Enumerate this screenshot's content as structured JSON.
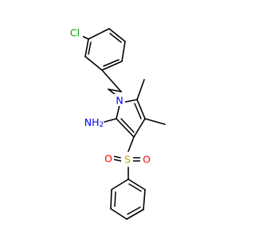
{
  "molecule": {
    "atoms": {
      "chlorine": {
        "label": "Cl",
        "color": "#00a000"
      },
      "nitrogen": {
        "label": "N",
        "color": "#0000ff"
      },
      "amine": {
        "label": "NH",
        "subscript": "2",
        "color": "#0000ff"
      },
      "sulfur": {
        "label": "S",
        "color": "#c8a000"
      },
      "oxygen_left": {
        "label": "O",
        "color": "#ff0000"
      },
      "oxygen_right": {
        "label": "O",
        "color": "#ff0000"
      }
    },
    "bond_color": "#000000"
  }
}
